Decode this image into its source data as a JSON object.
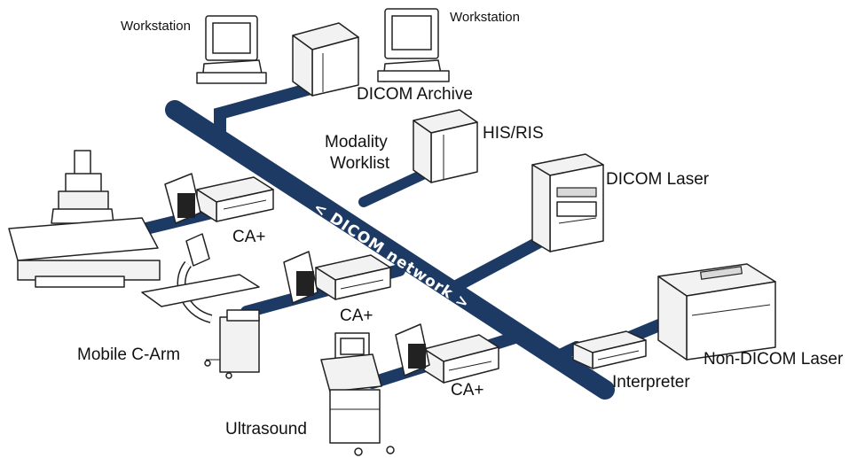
{
  "network": {
    "label": "< DICOM network >",
    "color": "#1c3a63"
  },
  "nodes": {
    "workstation_left": "Workstation",
    "workstation_right": "Workstation",
    "dicom_archive": "DICOM Archive",
    "his_ris": "HIS/RIS",
    "modality_worklist_1": "Modality",
    "modality_worklist_2": "Worklist",
    "dicom_laser": "DICOM Laser",
    "ca_plus_1": "CA+",
    "ca_plus_2": "CA+",
    "ca_plus_3": "CA+",
    "mobile_c_arm": "Mobile C-Arm",
    "ultrasound": "Ultrasound",
    "interpreter": "Interpreter",
    "non_dicom_laser": "Non-DICOM Laser"
  }
}
